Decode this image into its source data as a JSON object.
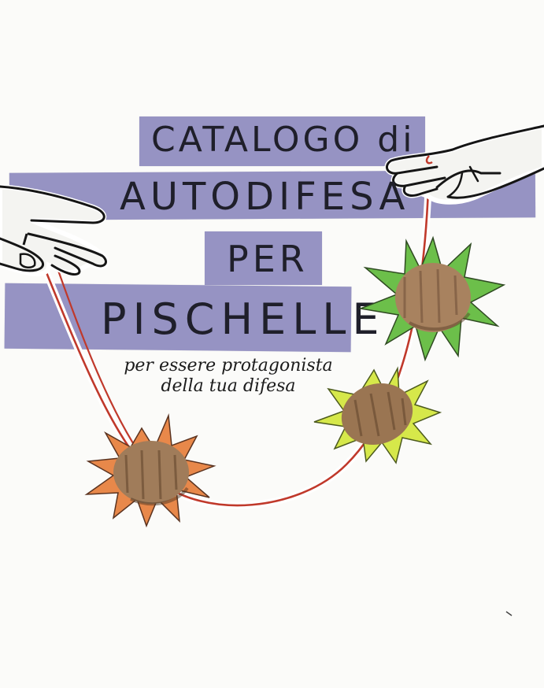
{
  "poster": {
    "title_lines": [
      "CATALOGO di",
      "AUTODIFESA",
      "PER",
      "PISCHELLE"
    ],
    "subtitle_lines": [
      "per essere protagonista",
      "della tua difesa"
    ]
  },
  "colors": {
    "background": "#fbfbf9",
    "band_purple": "#9693c3",
    "ink": "#1f1f2a",
    "string_red": "#c0392b",
    "burst_green": "#6cbf4a",
    "burst_yellow": "#d6e84a",
    "burst_orange": "#e8884a",
    "skin": "#a8825f"
  },
  "illustrations": {
    "left_hand": "hand-holding-string-left",
    "right_hand": "hand-holding-string-right",
    "fists": [
      "fist-green-burst",
      "fist-yellow-burst",
      "fist-orange-burst"
    ],
    "string": "red-string-necklace"
  }
}
